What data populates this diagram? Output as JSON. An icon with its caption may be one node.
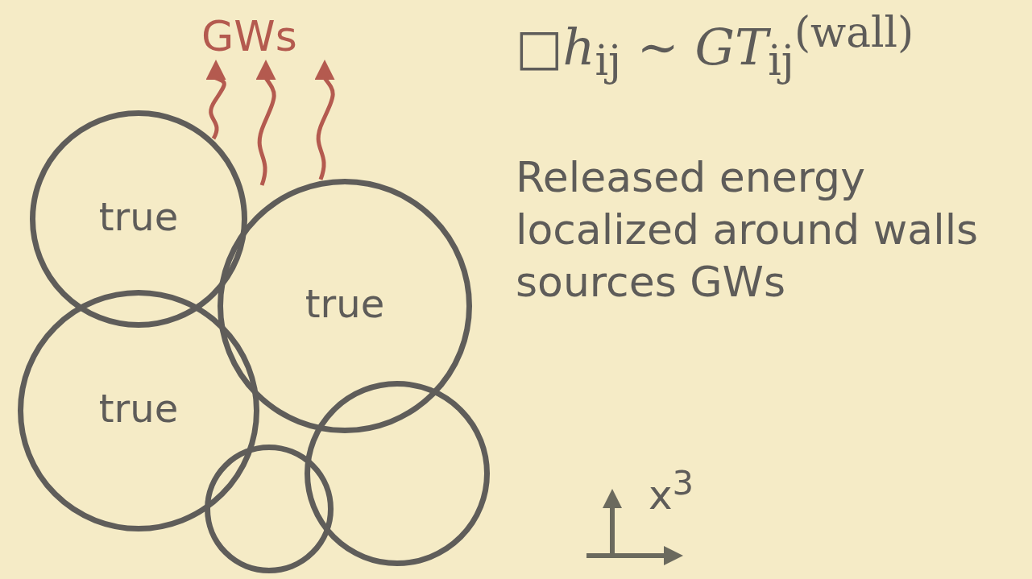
{
  "diagram": {
    "nodes": [
      {
        "text": [
          "GWs"
        ]
      },
      {
        "text": [
          "true"
        ]
      },
      {
        "text": [
          "true"
        ]
      },
      {
        "text": [
          "true"
        ]
      },
      {
        "text": [],
        "shape": "circle"
      },
      {
        "text": [],
        "shape": "circle"
      }
    ],
    "edges": [
      {
        "from": 1,
        "to": 0,
        "arrow": "to"
      },
      {
        "from": null,
        "to": 0,
        "arrow": "to"
      },
      {
        "from": 2,
        "to": 0,
        "arrow": "to"
      }
    ],
    "labels": [
      "□*h*$_{ij}$ ∼ *GT*$_{ij}$$^{(wall)}$",
      "Released energy localized around walls sources GWs",
      "x$^{3}$"
    ]
  }
}
